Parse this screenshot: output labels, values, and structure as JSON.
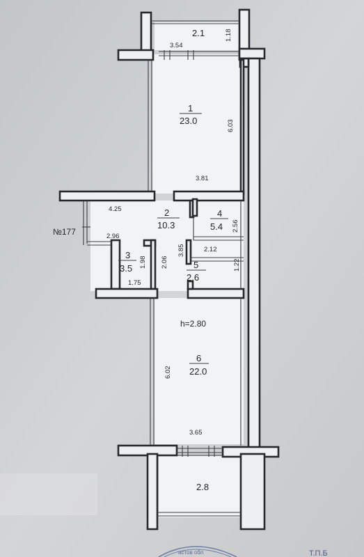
{
  "plan": {
    "apartment_number": "№177",
    "ceiling_height": "h=2.80",
    "stamp_text": "астов обл",
    "corner_text": "Т.П.Б",
    "rooms": [
      {
        "id": "balcony-top",
        "number": "",
        "area": "2.1"
      },
      {
        "id": "room-1",
        "number": "1",
        "area": "23.0"
      },
      {
        "id": "room-2",
        "number": "2",
        "area": "10.3"
      },
      {
        "id": "room-3",
        "number": "3",
        "area": "3.5"
      },
      {
        "id": "room-4",
        "number": "4",
        "area": "5.4"
      },
      {
        "id": "room-5",
        "number": "5",
        "area": "2.6"
      },
      {
        "id": "room-6",
        "number": "6",
        "area": "22.0"
      },
      {
        "id": "balcony-bottom",
        "number": "",
        "area": "2.8"
      }
    ],
    "dimensions": {
      "balcony_top_width": "3.54",
      "balcony_top_depth": "1.18",
      "room1_length": "6.03",
      "room1_width": "3.81",
      "hall_width": "4.25",
      "bath_outer_width": "2.96",
      "bath_height": "1.98",
      "bath_width": "1.75",
      "corridor_height": "2.06",
      "hall_length": "3.85",
      "room4_height": "2.56",
      "room5_width": "2.12",
      "room5_height": "1.22",
      "room6_length": "6.02",
      "room6_width": "3.65"
    }
  }
}
